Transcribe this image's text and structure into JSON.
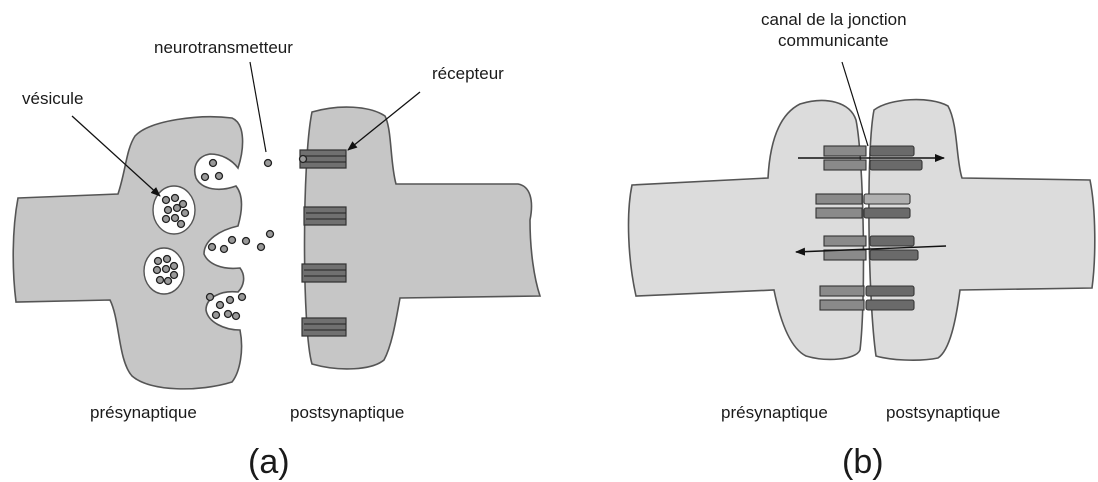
{
  "panel_a": {
    "labels": {
      "vesicle": "vésicule",
      "neurotransmitter": "neurotransmetteur",
      "receptor": "récepteur",
      "presynaptic": "présynaptique",
      "postsynaptic": "postsynaptique"
    },
    "caption": "(a)"
  },
  "panel_b": {
    "labels": {
      "channel_line1": "canal de la jonction",
      "channel_line2": "communicante",
      "presynaptic": "présynaptique",
      "postsynaptic": "postsynaptique"
    },
    "caption": "(b)"
  },
  "colors": {
    "cell_a": "#c6c6c6",
    "cell_b": "#dcdcdc",
    "outline": "#555555",
    "receptor": "#6f6f6f",
    "channel_pre": "#8a8a8a",
    "channel_post": "#6a6a6a"
  }
}
